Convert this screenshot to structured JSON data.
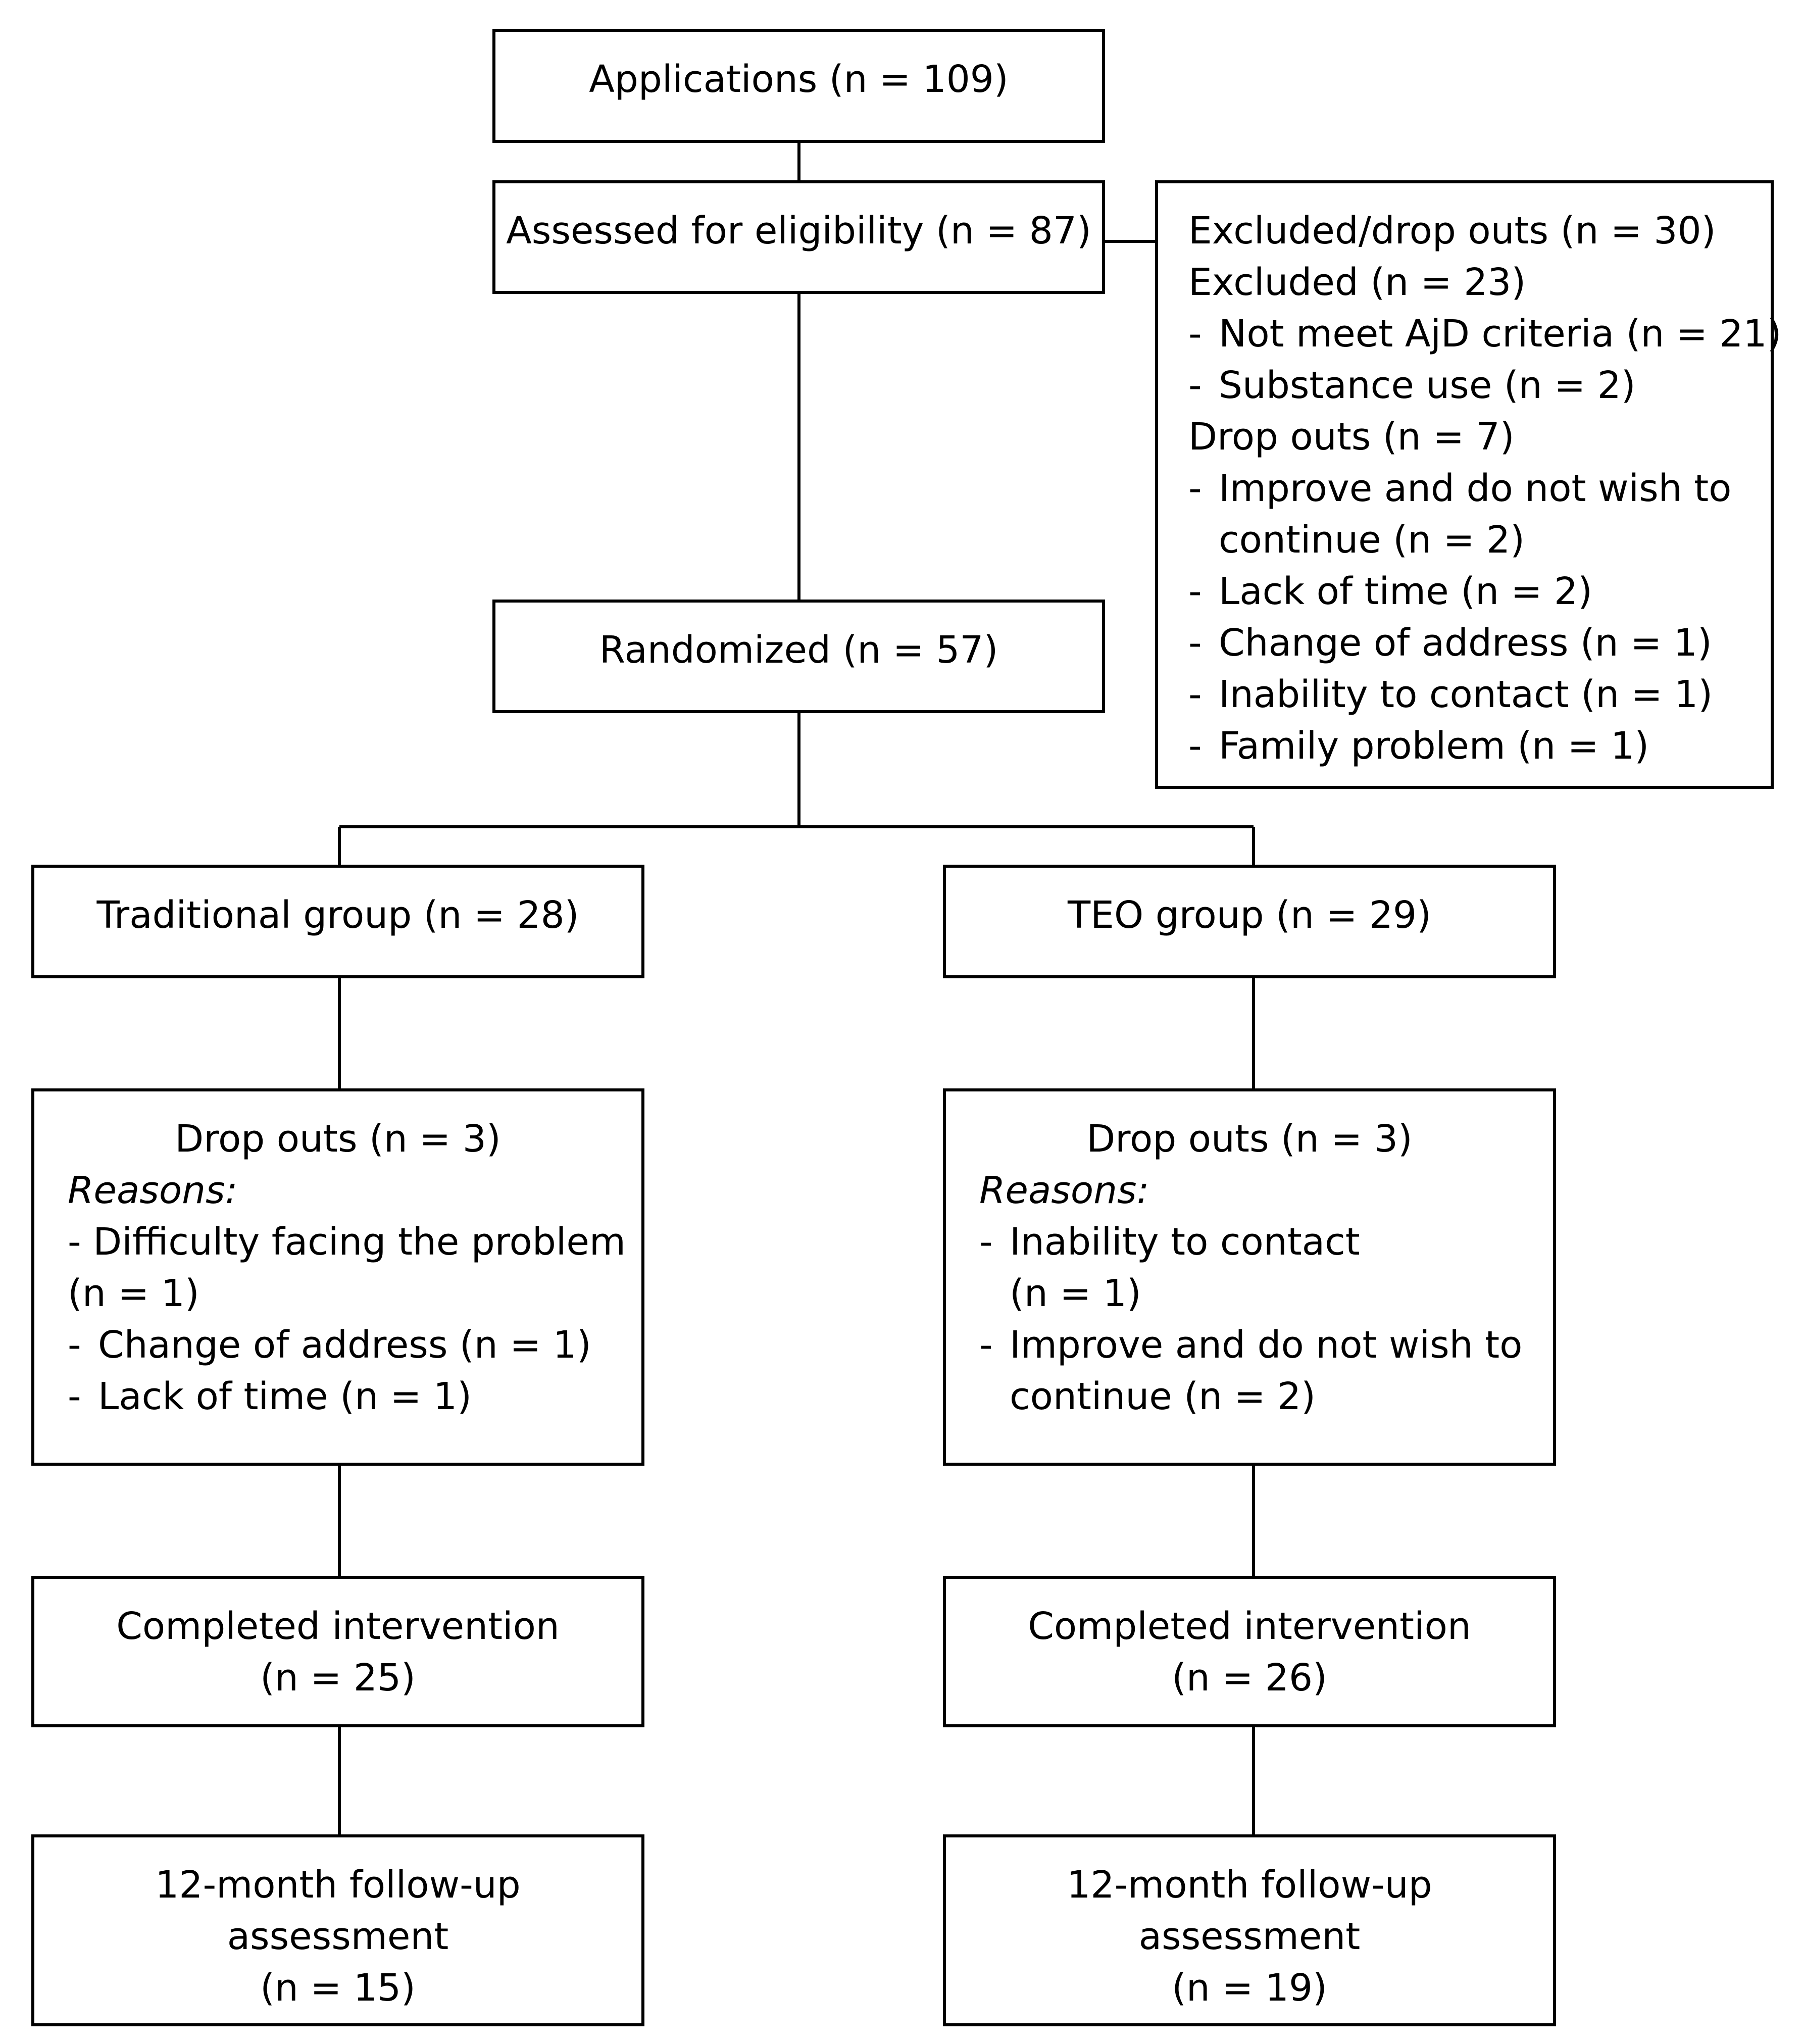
{
  "applications": "Applications (n = 109)",
  "assessed": "Assessed for eligibility (n = 87)",
  "excluded_box": {
    "heading": "Excluded/drop outs (n = 30)",
    "excluded_title": "Excluded (n = 23)",
    "excluded_items": [
      "Not meet AjD criteria (n = 21)",
      "Substance use (n = 2)"
    ],
    "dropouts_title": "Drop outs (n = 7)",
    "dropout_items": [
      [
        "Improve and do not wish to",
        "continue (n = 2)"
      ],
      "Lack of time (n = 2)",
      "Change of address (n = 1)",
      "Inability to contact (n = 1)",
      "Family problem (n = 1)"
    ],
    "dash": "-"
  },
  "randomized": "Randomized (n = 57)",
  "traditional": {
    "group": "Traditional group (n = 28)",
    "dropouts_title": "Drop outs (n = 3)",
    "reasons_label": "Reasons:",
    "reason_1_line1": "- Difficulty facing the problem",
    "reason_1_line2": "(n = 1)",
    "reason_2": "Change of address (n = 1)",
    "reason_3": "Lack of time (n = 1)",
    "completed_line1": "Completed intervention",
    "completed_line2": "(n = 25)",
    "followup_line1": "12-month follow-up",
    "followup_line2": "assessment",
    "followup_line3": "(n = 15)"
  },
  "teo": {
    "group": "TEO group (n = 29)",
    "dropouts_title": "Drop outs (n = 3)",
    "reasons_label": "Reasons:",
    "reason_1_line1": "Inability to contact",
    "reason_1_line2": "(n = 1)",
    "reason_2_line1": "Improve and do not wish to",
    "reason_2_line2": "continue (n = 2)",
    "completed_line1": "Completed intervention",
    "completed_line2": "(n = 26)",
    "followup_line1": "12-month follow-up",
    "followup_line2": "assessment",
    "followup_line3": "(n = 19)"
  }
}
